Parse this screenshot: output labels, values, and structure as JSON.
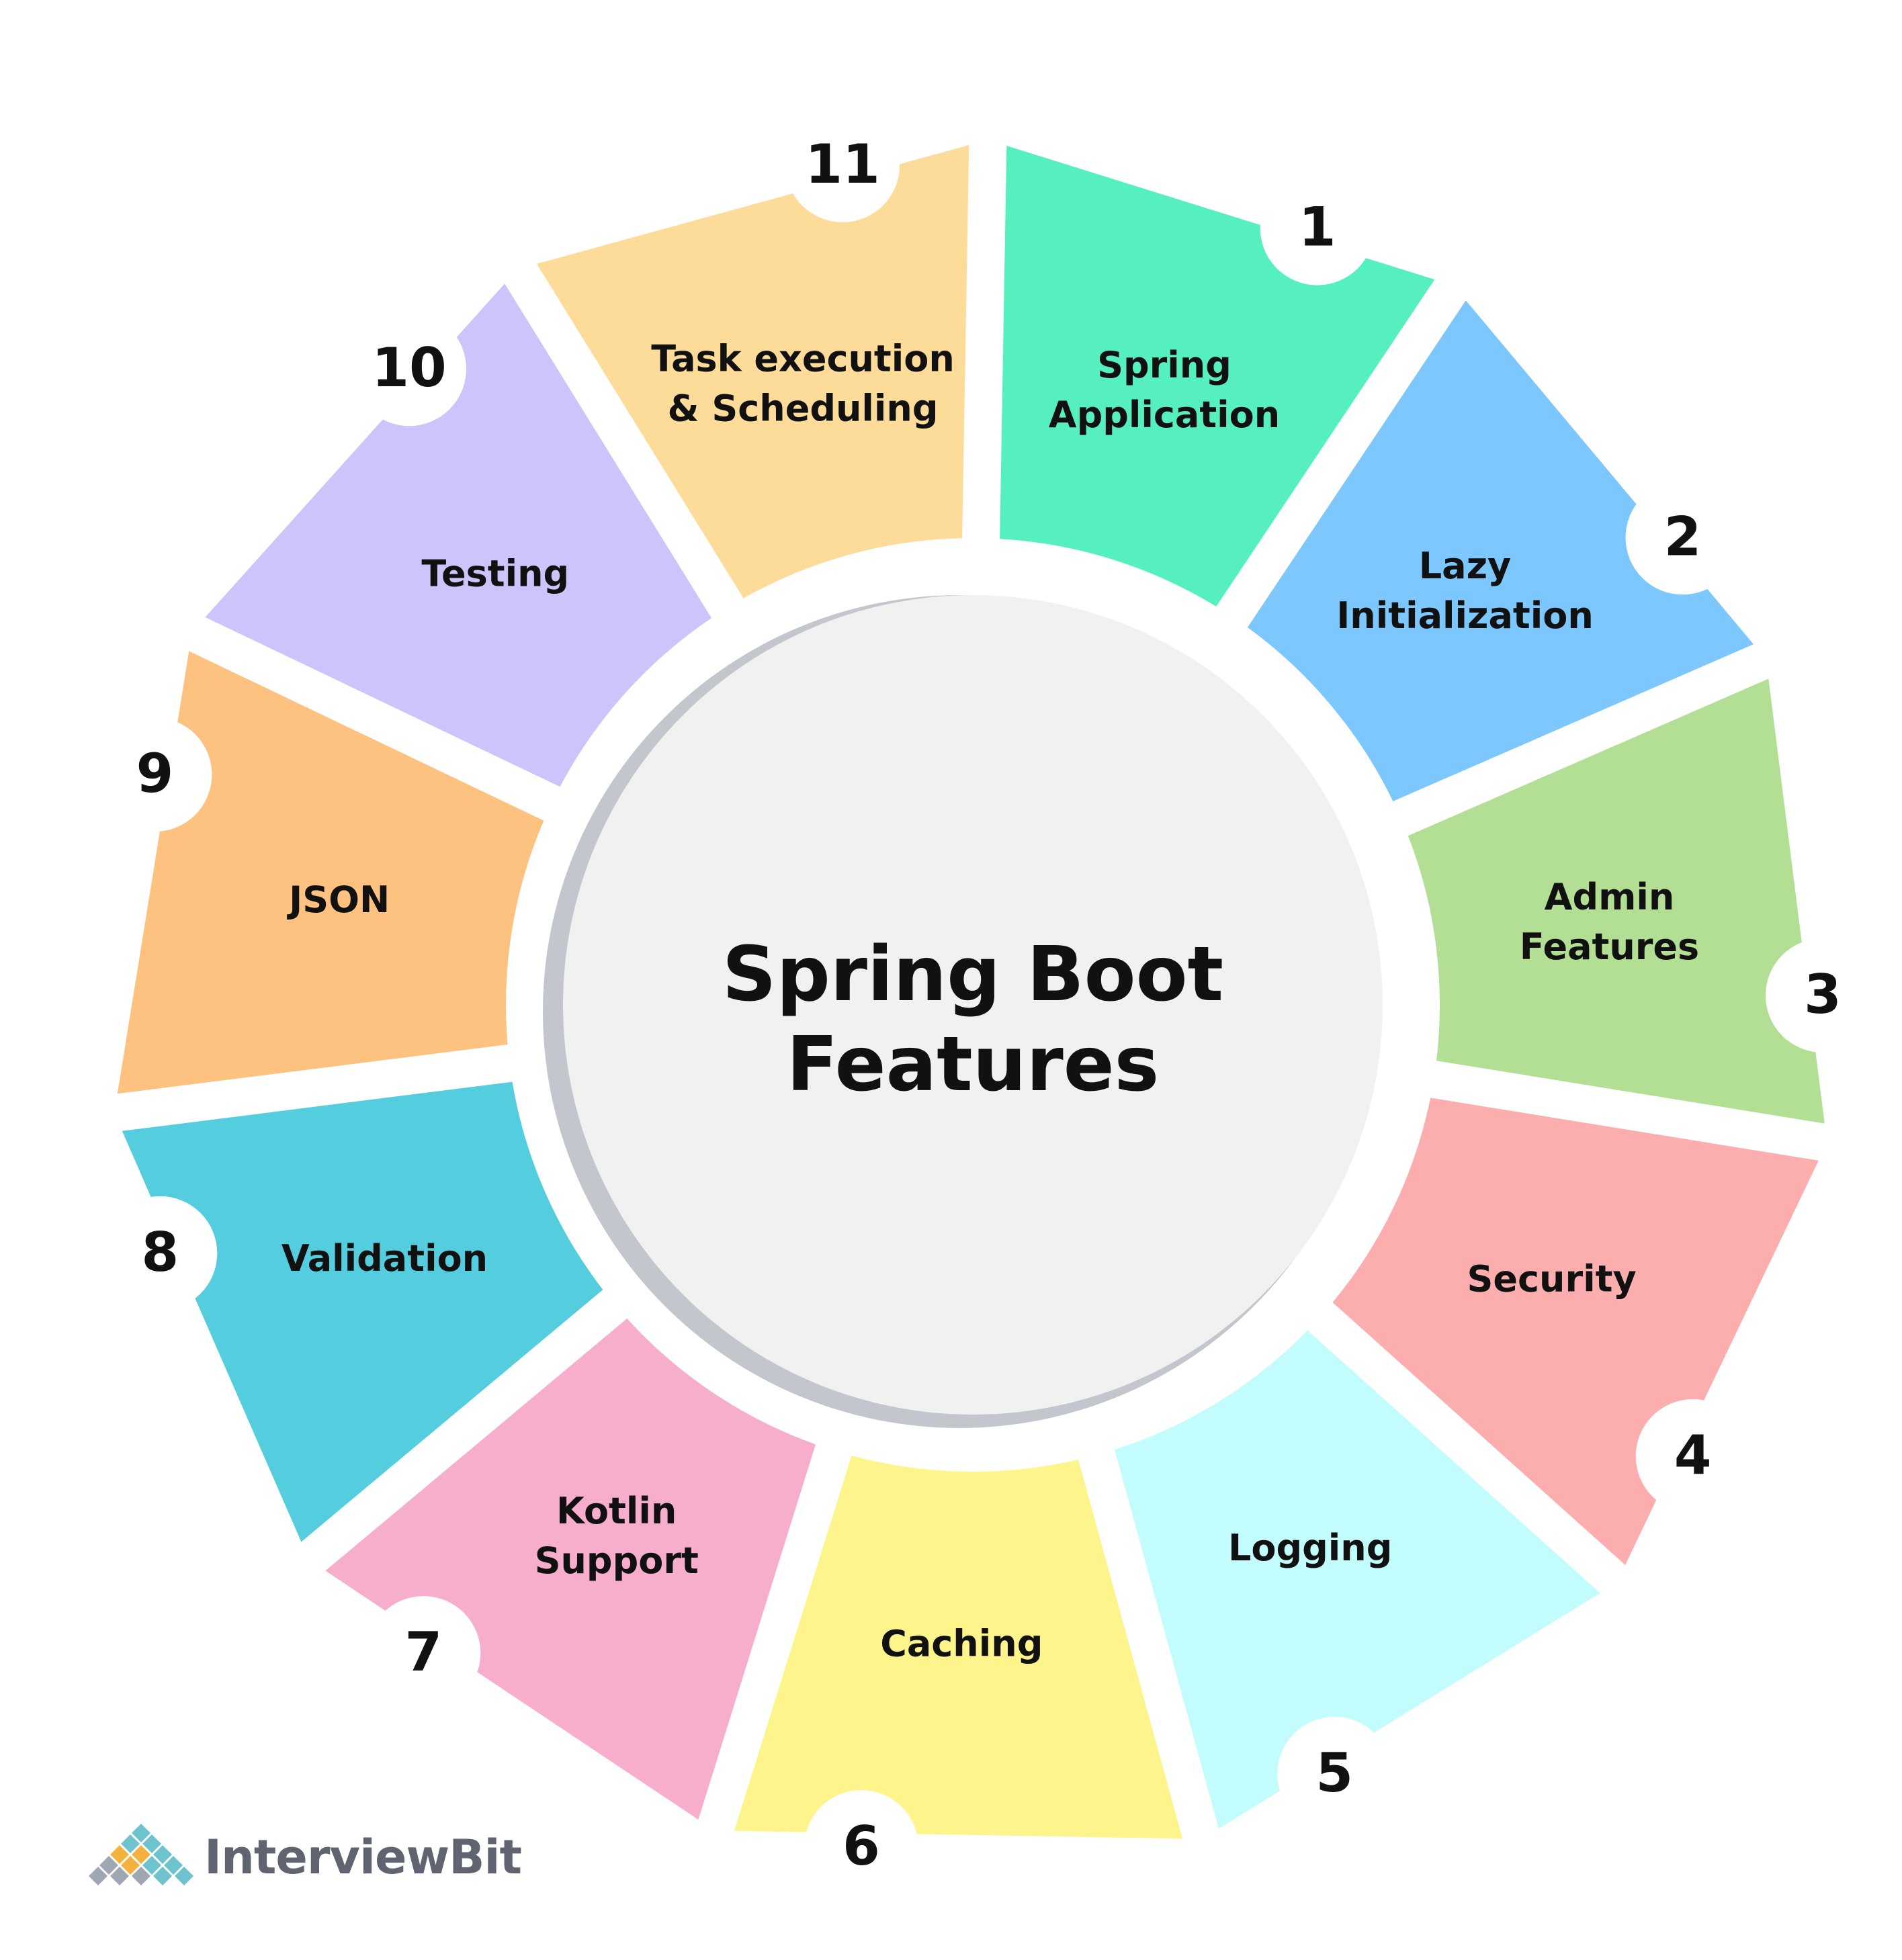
{
  "diagram": {
    "title_lines": [
      "Spring Boot",
      "Features"
    ],
    "segments": [
      {
        "number": "1",
        "label_lines": [
          "Spring",
          "Application"
        ],
        "color": "#56F0C0"
      },
      {
        "number": "2",
        "label_lines": [
          "Lazy",
          "Initialization"
        ],
        "color": "#7CC7FD"
      },
      {
        "number": "3",
        "label_lines": [
          "Admin",
          "Features"
        ],
        "color": "#B3DF95"
      },
      {
        "number": "4",
        "label_lines": [
          "Security"
        ],
        "color": "#FCAEAE"
      },
      {
        "number": "5",
        "label_lines": [
          "Logging"
        ],
        "color": "#C3FCFD"
      },
      {
        "number": "6",
        "label_lines": [
          "Caching"
        ],
        "color": "#FDF58B"
      },
      {
        "number": "7",
        "label_lines": [
          "Kotlin",
          "Support"
        ],
        "color": "#F7AECC"
      },
      {
        "number": "8",
        "label_lines": [
          "Validation"
        ],
        "color": "#54CEDF"
      },
      {
        "number": "9",
        "label_lines": [
          "JSON"
        ],
        "color": "#FDC27F"
      },
      {
        "number": "10",
        "label_lines": [
          "Testing"
        ],
        "color": "#CBC5FB"
      },
      {
        "number": "11",
        "label_lines": [
          "Task execution",
          "& Scheduling"
        ],
        "color": "#FDDB98"
      }
    ],
    "center_fill": "#F0F1F0",
    "center_shadow": "#C3C6CC"
  },
  "brand": {
    "name": "InterviewBit",
    "text_color": "#5F6470",
    "mark_colors": [
      "#F5B13D",
      "#6FC3CE",
      "#9FA7B2"
    ]
  }
}
